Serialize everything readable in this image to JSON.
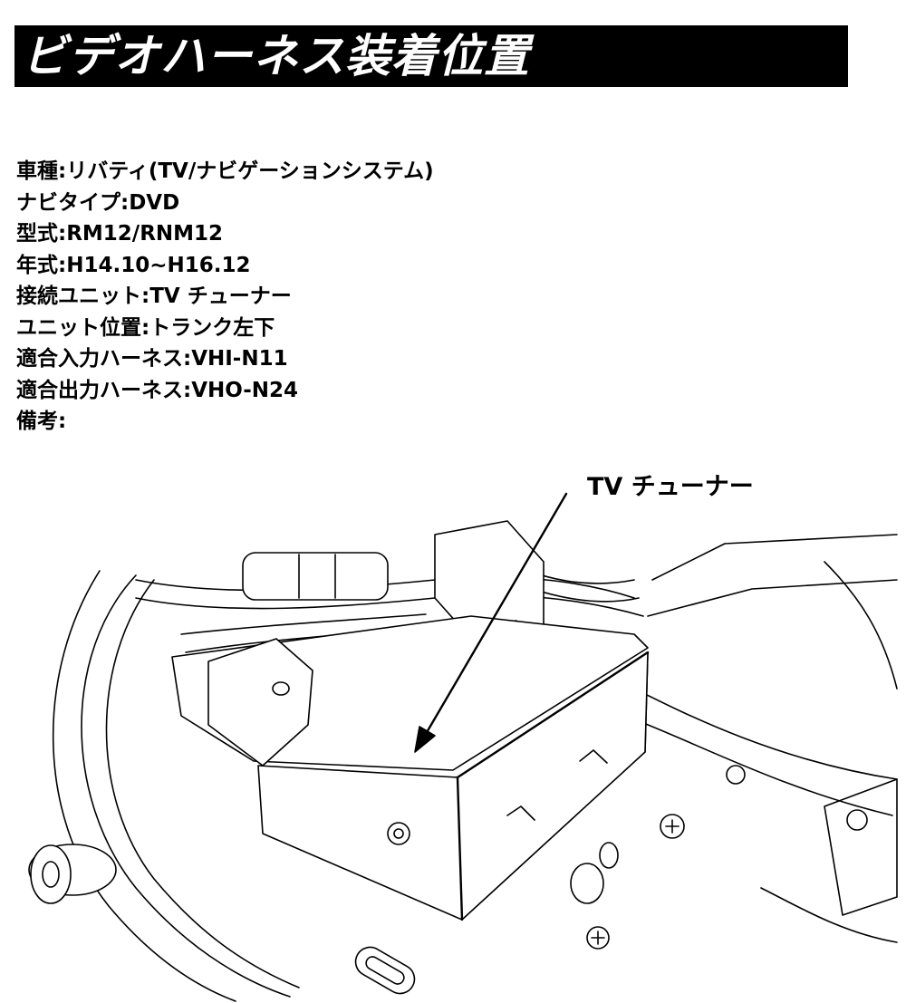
{
  "header": {
    "title": "ビデオハーネス装着位置"
  },
  "specs": {
    "vehicle": "車種:リバティ(TV/ナビゲーションシステム)",
    "nav_type": "ナビタイプ:DVD",
    "model": "型式:RM12/RNM12",
    "year": "年式:H14.10~H16.12",
    "unit": "接続ユニット:TV チューナー",
    "location": "ユニット位置:トランク左下",
    "input_harness": "適合入力ハーネス:VHI-N11",
    "output_harness": "適合出力ハーネス:VHO-N24",
    "notes": "備考:"
  },
  "diagram": {
    "callout_label": "TV チューナー"
  }
}
